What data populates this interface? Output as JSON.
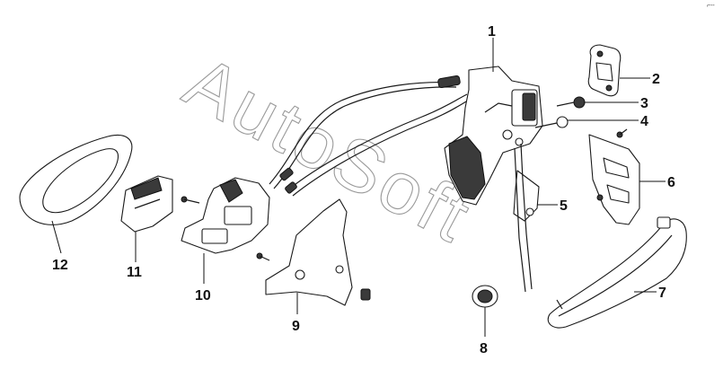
{
  "watermark": "AutoSoft",
  "corner_mark": "⌐--",
  "callouts": [
    {
      "id": "1",
      "label": "1"
    },
    {
      "id": "2",
      "label": "2"
    },
    {
      "id": "3",
      "label": "3"
    },
    {
      "id": "4",
      "label": "4"
    },
    {
      "id": "5",
      "label": "5"
    },
    {
      "id": "6",
      "label": "6"
    },
    {
      "id": "7",
      "label": "7"
    },
    {
      "id": "8",
      "label": "8"
    },
    {
      "id": "9",
      "label": "9"
    },
    {
      "id": "10",
      "label": "10"
    },
    {
      "id": "11",
      "label": "11"
    },
    {
      "id": "12",
      "label": "12"
    }
  ]
}
